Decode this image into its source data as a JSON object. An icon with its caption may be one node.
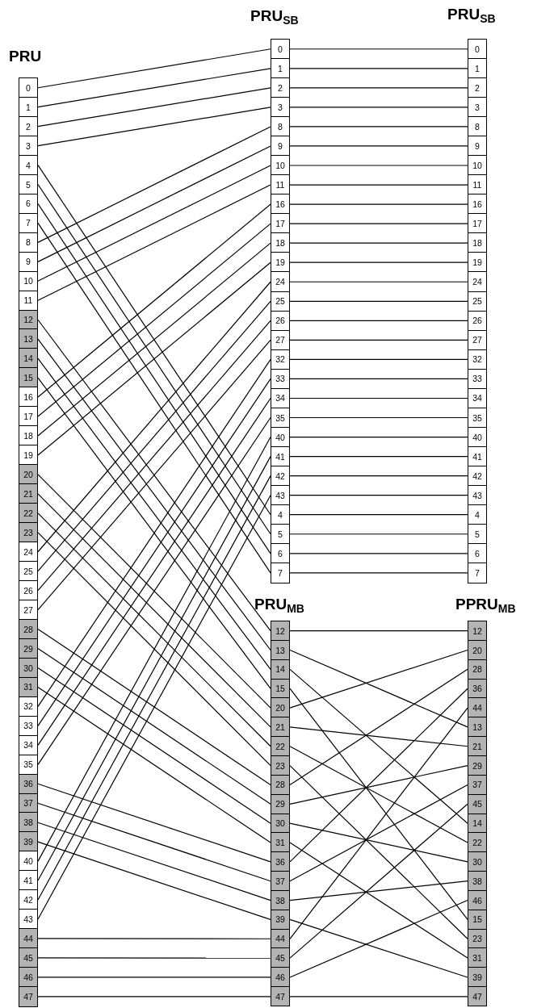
{
  "diagram": {
    "nodes": [
      {
        "text": [
          "PRU"
        ]
      },
      {
        "text": [
          "0"
        ],
        "in": 0
      },
      {
        "text": [
          "1"
        ],
        "in": 0
      },
      {
        "text": [
          "2"
        ],
        "in": 0
      },
      {
        "text": [
          "3"
        ],
        "in": 0
      },
      {
        "text": [
          "4"
        ],
        "in": 0
      },
      {
        "text": [
          "5"
        ],
        "in": 0
      },
      {
        "text": [
          "6"
        ],
        "in": 0
      },
      {
        "text": [
          "7"
        ],
        "in": 0
      },
      {
        "text": [
          "8"
        ],
        "in": 0
      },
      {
        "text": [
          "9"
        ],
        "in": 0
      },
      {
        "text": [
          "10"
        ],
        "in": 0
      },
      {
        "text": [
          "11"
        ],
        "in": 0
      },
      {
        "text": [
          "12"
        ],
        "in": 0
      },
      {
        "text": [
          "13"
        ],
        "in": 0
      },
      {
        "text": [
          "14"
        ],
        "in": 0
      },
      {
        "text": [
          "15"
        ],
        "in": 0
      },
      {
        "text": [
          "16"
        ],
        "in": 0
      },
      {
        "text": [
          "17"
        ],
        "in": 0
      },
      {
        "text": [
          "18"
        ],
        "in": 0
      },
      {
        "text": [
          "19"
        ],
        "in": 0
      },
      {
        "text": [
          "20"
        ],
        "in": 0
      },
      {
        "text": [
          "21"
        ],
        "in": 0
      },
      {
        "text": [
          "22"
        ],
        "in": 0
      },
      {
        "text": [
          "23"
        ],
        "in": 0
      },
      {
        "text": [
          "24"
        ],
        "in": 0
      },
      {
        "text": [
          "25"
        ],
        "in": 0
      },
      {
        "text": [
          "26"
        ],
        "in": 0
      },
      {
        "text": [
          "27"
        ],
        "in": 0
      },
      {
        "text": [
          "28"
        ],
        "in": 0
      },
      {
        "text": [
          "29"
        ],
        "in": 0
      },
      {
        "text": [
          "30"
        ],
        "in": 0
      },
      {
        "text": [
          "31"
        ],
        "in": 0
      },
      {
        "text": [
          "32"
        ],
        "in": 0
      },
      {
        "text": [
          "33"
        ],
        "in": 0
      },
      {
        "text": [
          "34"
        ],
        "in": 0
      },
      {
        "text": [
          "35"
        ],
        "in": 0
      },
      {
        "text": [
          "36"
        ],
        "in": 0
      },
      {
        "text": [
          "37"
        ],
        "in": 0
      },
      {
        "text": [
          "38"
        ],
        "in": 0
      },
      {
        "text": [
          "39"
        ],
        "in": 0
      },
      {
        "text": [
          "40"
        ],
        "in": 0
      },
      {
        "text": [
          "41"
        ],
        "in": 0
      },
      {
        "text": [
          "42"
        ],
        "in": 0
      },
      {
        "text": [
          "43"
        ],
        "in": 0
      },
      {
        "text": [
          "44"
        ],
        "in": 0
      },
      {
        "text": [
          "45"
        ],
        "in": 0
      },
      {
        "text": [
          "46"
        ],
        "in": 0
      },
      {
        "text": [
          "47"
        ],
        "in": 0
      },
      {
        "text": [
          "PRU$_{SB}$"
        ]
      },
      {
        "text": [
          "0"
        ],
        "in": 49
      },
      {
        "text": [
          "1"
        ],
        "in": 49
      },
      {
        "text": [
          "2"
        ],
        "in": 49
      },
      {
        "text": [
          "3"
        ],
        "in": 49
      },
      {
        "text": [
          "8"
        ],
        "in": 49
      },
      {
        "text": [
          "9"
        ],
        "in": 49
      },
      {
        "text": [
          "10"
        ],
        "in": 49
      },
      {
        "text": [
          "11"
        ],
        "in": 49
      },
      {
        "text": [
          "16"
        ],
        "in": 49
      },
      {
        "text": [
          "17"
        ],
        "in": 49
      },
      {
        "text": [
          "18"
        ],
        "in": 49
      },
      {
        "text": [
          "19"
        ],
        "in": 49
      },
      {
        "text": [
          "24"
        ],
        "in": 49
      },
      {
        "text": [
          "25"
        ],
        "in": 49
      },
      {
        "text": [
          "26"
        ],
        "in": 49
      },
      {
        "text": [
          "27"
        ],
        "in": 49
      },
      {
        "text": [
          "32"
        ],
        "in": 49
      },
      {
        "text": [
          "33"
        ],
        "in": 49
      },
      {
        "text": [
          "34"
        ],
        "in": 49
      },
      {
        "text": [
          "35"
        ],
        "in": 49
      },
      {
        "text": [
          "40"
        ],
        "in": 49
      },
      {
        "text": [
          "41"
        ],
        "in": 49
      },
      {
        "text": [
          "42"
        ],
        "in": 49
      },
      {
        "text": [
          "43"
        ],
        "in": 49
      },
      {
        "text": [
          "4"
        ],
        "in": 49
      },
      {
        "text": [
          "5"
        ],
        "in": 49
      },
      {
        "text": [
          "6"
        ],
        "in": 49
      },
      {
        "text": [
          "7"
        ],
        "in": 49
      },
      {
        "text": [
          "PRU$_{SB}$"
        ]
      },
      {
        "text": [
          "0"
        ],
        "in": 78
      },
      {
        "text": [
          "1"
        ],
        "in": 78
      },
      {
        "text": [
          "2"
        ],
        "in": 78
      },
      {
        "text": [
          "3"
        ],
        "in": 78
      },
      {
        "text": [
          "8"
        ],
        "in": 78
      },
      {
        "text": [
          "9"
        ],
        "in": 78
      },
      {
        "text": [
          "10"
        ],
        "in": 78
      },
      {
        "text": [
          "11"
        ],
        "in": 78
      },
      {
        "text": [
          "16"
        ],
        "in": 78
      },
      {
        "text": [
          "17"
        ],
        "in": 78
      },
      {
        "text": [
          "18"
        ],
        "in": 78
      },
      {
        "text": [
          "19"
        ],
        "in": 78
      },
      {
        "text": [
          "24"
        ],
        "in": 78
      },
      {
        "text": [
          "25"
        ],
        "in": 78
      },
      {
        "text": [
          "26"
        ],
        "in": 78
      },
      {
        "text": [
          "27"
        ],
        "in": 78
      },
      {
        "text": [
          "32"
        ],
        "in": 78
      },
      {
        "text": [
          "33"
        ],
        "in": 78
      },
      {
        "text": [
          "34"
        ],
        "in": 78
      },
      {
        "text": [
          "35"
        ],
        "in": 78
      },
      {
        "text": [
          "40"
        ],
        "in": 78
      },
      {
        "text": [
          "41"
        ],
        "in": 78
      },
      {
        "text": [
          "42"
        ],
        "in": 78
      },
      {
        "text": [
          "43"
        ],
        "in": 78
      },
      {
        "text": [
          "4"
        ],
        "in": 78
      },
      {
        "text": [
          "5"
        ],
        "in": 78
      },
      {
        "text": [
          "6"
        ],
        "in": 78
      },
      {
        "text": [
          "7"
        ],
        "in": 78
      },
      {
        "text": [
          "PRU$_{MB}$"
        ]
      },
      {
        "text": [
          "12"
        ],
        "in": 107
      },
      {
        "text": [
          "13"
        ],
        "in": 107
      },
      {
        "text": [
          "14"
        ],
        "in": 107
      },
      {
        "text": [
          "15"
        ],
        "in": 107
      },
      {
        "text": [
          "20"
        ],
        "in": 107
      },
      {
        "text": [
          "21"
        ],
        "in": 107
      },
      {
        "text": [
          "22"
        ],
        "in": 107
      },
      {
        "text": [
          "23"
        ],
        "in": 107
      },
      {
        "text": [
          "28"
        ],
        "in": 107
      },
      {
        "text": [
          "29"
        ],
        "in": 107
      },
      {
        "text": [
          "30"
        ],
        "in": 107
      },
      {
        "text": [
          "31"
        ],
        "in": 107
      },
      {
        "text": [
          "36"
        ],
        "in": 107
      },
      {
        "text": [
          "37"
        ],
        "in": 107
      },
      {
        "text": [
          "38"
        ],
        "in": 107
      },
      {
        "text": [
          "39"
        ],
        "in": 107
      },
      {
        "text": [
          "44"
        ],
        "in": 107
      },
      {
        "text": [
          "45"
        ],
        "in": 107
      },
      {
        "text": [
          "46"
        ],
        "in": 107
      },
      {
        "text": [
          "47"
        ],
        "in": 107
      },
      {
        "text": [
          "PPRU$_{MB}$"
        ]
      },
      {
        "text": [
          "12"
        ],
        "in": 128
      },
      {
        "text": [
          "20"
        ],
        "in": 128
      },
      {
        "text": [
          "28"
        ],
        "in": 128
      },
      {
        "text": [
          "36"
        ],
        "in": 128
      },
      {
        "text": [
          "44"
        ],
        "in": 128
      },
      {
        "text": [
          "13"
        ],
        "in": 128
      },
      {
        "text": [
          "21"
        ],
        "in": 128
      },
      {
        "text": [
          "29"
        ],
        "in": 128
      },
      {
        "text": [
          "37"
        ],
        "in": 128
      },
      {
        "text": [
          "45"
        ],
        "in": 128
      },
      {
        "text": [
          "14"
        ],
        "in": 128
      },
      {
        "text": [
          "22"
        ],
        "in": 128
      },
      {
        "text": [
          "30"
        ],
        "in": 128
      },
      {
        "text": [
          "38"
        ],
        "in": 128
      },
      {
        "text": [
          "46"
        ],
        "in": 128
      },
      {
        "text": [
          "15"
        ],
        "in": 128
      },
      {
        "text": [
          "23"
        ],
        "in": 128
      },
      {
        "text": [
          "31"
        ],
        "in": 128
      },
      {
        "text": [
          "39"
        ],
        "in": 128
      },
      {
        "text": [
          "47"
        ],
        "in": 128
      }
    ],
    "edges": [
      {
        "from": 1,
        "to": 50,
        "arrow": "none"
      },
      {
        "from": 2,
        "to": 51,
        "arrow": "none"
      },
      {
        "from": 3,
        "to": 52,
        "arrow": "none"
      },
      {
        "from": 4,
        "to": 53,
        "arrow": "none"
      },
      {
        "from": 9,
        "to": 54,
        "arrow": "none"
      },
      {
        "from": 10,
        "to": 55,
        "arrow": "none"
      },
      {
        "from": 11,
        "to": 56,
        "arrow": "none"
      },
      {
        "from": 12,
        "to": 57,
        "arrow": "none"
      },
      {
        "from": 17,
        "to": 58,
        "arrow": "none"
      },
      {
        "from": 18,
        "to": 59,
        "arrow": "none"
      },
      {
        "from": 19,
        "to": 60,
        "arrow": "none"
      },
      {
        "from": 20,
        "to": 61,
        "arrow": "none"
      },
      {
        "from": 25,
        "to": 62,
        "arrow": "none"
      },
      {
        "from": 26,
        "to": 63,
        "arrow": "none"
      },
      {
        "from": 27,
        "to": 64,
        "arrow": "none"
      },
      {
        "from": 28,
        "to": 65,
        "arrow": "none"
      },
      {
        "from": 33,
        "to": 66,
        "arrow": "none"
      },
      {
        "from": 34,
        "to": 67,
        "arrow": "none"
      },
      {
        "from": 35,
        "to": 68,
        "arrow": "none"
      },
      {
        "from": 36,
        "to": 69,
        "arrow": "none"
      },
      {
        "from": 41,
        "to": 70,
        "arrow": "none"
      },
      {
        "from": 42,
        "to": 71,
        "arrow": "none"
      },
      {
        "from": 43,
        "to": 72,
        "arrow": "none"
      },
      {
        "from": 44,
        "to": 73,
        "arrow": "none"
      },
      {
        "from": 5,
        "to": 74,
        "arrow": "none"
      },
      {
        "from": 6,
        "to": 75,
        "arrow": "none"
      },
      {
        "from": 7,
        "to": 76,
        "arrow": "none"
      },
      {
        "from": 8,
        "to": 77,
        "arrow": "none"
      },
      {
        "from": 50,
        "to": 79,
        "arrow": "none"
      },
      {
        "from": 51,
        "to": 80,
        "arrow": "none"
      },
      {
        "from": 52,
        "to": 81,
        "arrow": "none"
      },
      {
        "from": 53,
        "to": 82,
        "arrow": "none"
      },
      {
        "from": 54,
        "to": 83,
        "arrow": "none"
      },
      {
        "from": 55,
        "to": 84,
        "arrow": "none"
      },
      {
        "from": 56,
        "to": 85,
        "arrow": "none"
      },
      {
        "from": 57,
        "to": 86,
        "arrow": "none"
      },
      {
        "from": 58,
        "to": 87,
        "arrow": "none"
      },
      {
        "from": 59,
        "to": 88,
        "arrow": "none"
      },
      {
        "from": 60,
        "to": 89,
        "arrow": "none"
      },
      {
        "from": 61,
        "to": 90,
        "arrow": "none"
      },
      {
        "from": 62,
        "to": 91,
        "arrow": "none"
      },
      {
        "from": 63,
        "to": 92,
        "arrow": "none"
      },
      {
        "from": 64,
        "to": 93,
        "arrow": "none"
      },
      {
        "from": 65,
        "to": 94,
        "arrow": "none"
      },
      {
        "from": 66,
        "to": 95,
        "arrow": "none"
      },
      {
        "from": 67,
        "to": 96,
        "arrow": "none"
      },
      {
        "from": 68,
        "to": 97,
        "arrow": "none"
      },
      {
        "from": 69,
        "to": 98,
        "arrow": "none"
      },
      {
        "from": 70,
        "to": 99,
        "arrow": "none"
      },
      {
        "from": 71,
        "to": 100,
        "arrow": "none"
      },
      {
        "from": 72,
        "to": 101,
        "arrow": "none"
      },
      {
        "from": 73,
        "to": 102,
        "arrow": "none"
      },
      {
        "from": 74,
        "to": 103,
        "arrow": "none"
      },
      {
        "from": 75,
        "to": 104,
        "arrow": "none"
      },
      {
        "from": 76,
        "to": 105,
        "arrow": "none"
      },
      {
        "from": 77,
        "to": 106,
        "arrow": "none"
      },
      {
        "from": 13,
        "to": 108,
        "arrow": "none"
      },
      {
        "from": 14,
        "to": 109,
        "arrow": "none"
      },
      {
        "from": 15,
        "to": 110,
        "arrow": "none"
      },
      {
        "from": 16,
        "to": 111,
        "arrow": "none"
      },
      {
        "from": 21,
        "to": 112,
        "arrow": "none"
      },
      {
        "from": 22,
        "to": 113,
        "arrow": "none"
      },
      {
        "from": 23,
        "to": 114,
        "arrow": "none"
      },
      {
        "from": 24,
        "to": 115,
        "arrow": "none"
      },
      {
        "from": 29,
        "to": 116,
        "arrow": "none"
      },
      {
        "from": 30,
        "to": 117,
        "arrow": "none"
      },
      {
        "from": 31,
        "to": 118,
        "arrow": "none"
      },
      {
        "from": 32,
        "to": 119,
        "arrow": "none"
      },
      {
        "from": 37,
        "to": 120,
        "arrow": "none"
      },
      {
        "from": 38,
        "to": 121,
        "arrow": "none"
      },
      {
        "from": 39,
        "to": 122,
        "arrow": "none"
      },
      {
        "from": 40,
        "to": 123,
        "arrow": "none"
      },
      {
        "from": 45,
        "to": 124,
        "arrow": "none"
      },
      {
        "from": 46,
        "to": 125,
        "arrow": "none"
      },
      {
        "from": 47,
        "to": 126,
        "arrow": "none"
      },
      {
        "from": 48,
        "to": 127,
        "arrow": "none"
      },
      {
        "from": 108,
        "to": 129,
        "arrow": "none"
      },
      {
        "from": 109,
        "to": 134,
        "arrow": "none"
      },
      {
        "from": 110,
        "to": 139,
        "arrow": "none"
      },
      {
        "from": 111,
        "to": 144,
        "arrow": "none"
      },
      {
        "from": 112,
        "to": 130,
        "arrow": "none"
      },
      {
        "from": 113,
        "to": 135,
        "arrow": "none"
      },
      {
        "from": 114,
        "to": 140,
        "arrow": "none"
      },
      {
        "from": 115,
        "to": 145,
        "arrow": "none"
      },
      {
        "from": 116,
        "to": 131,
        "arrow": "none"
      },
      {
        "from": 117,
        "to": 136,
        "arrow": "none"
      },
      {
        "from": 118,
        "to": 141,
        "arrow": "none"
      },
      {
        "from": 119,
        "to": 146,
        "arrow": "none"
      },
      {
        "from": 120,
        "to": 132,
        "arrow": "none"
      },
      {
        "from": 121,
        "to": 137,
        "arrow": "none"
      },
      {
        "from": 122,
        "to": 142,
        "arrow": "none"
      },
      {
        "from": 123,
        "to": 147,
        "arrow": "none"
      },
      {
        "from": 124,
        "to": 133,
        "arrow": "none"
      },
      {
        "from": 125,
        "to": 138,
        "arrow": "none"
      },
      {
        "from": 126,
        "to": 143,
        "arrow": "none"
      },
      {
        "from": 127,
        "to": 148,
        "arrow": "none"
      }
    ]
  }
}
